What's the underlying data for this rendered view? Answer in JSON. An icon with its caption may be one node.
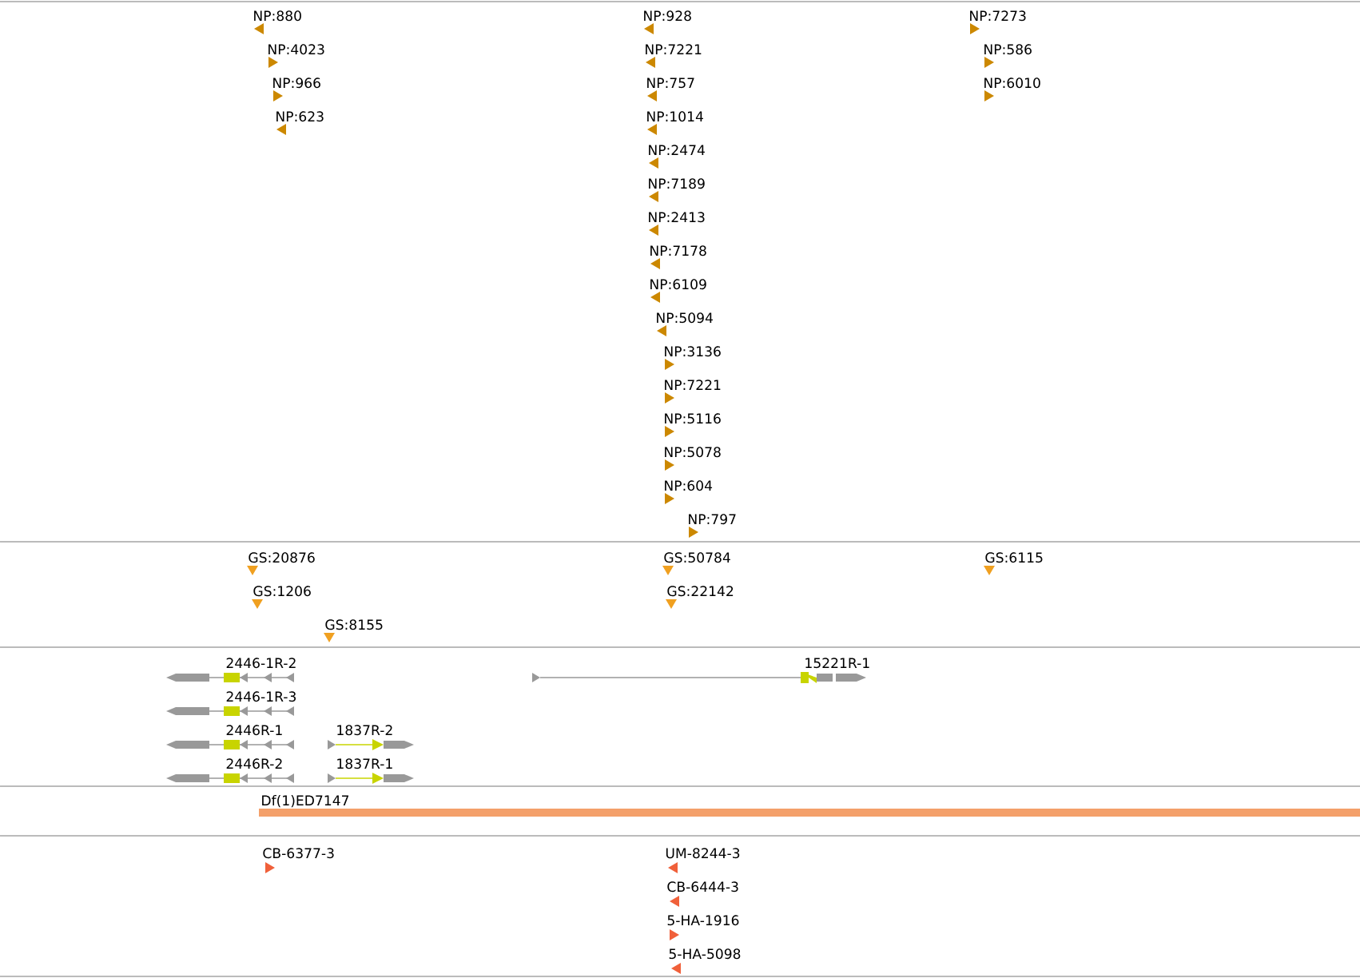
{
  "diagram": {
    "labels": [
      "NP:880",
      "NP:4023",
      "NP:966",
      "NP:623",
      "NP:928",
      "NP:7221",
      "NP:757",
      "NP:1014",
      "NP:2474",
      "NP:7189",
      "NP:2413",
      "NP:7178",
      "NP:6109",
      "NP:5094",
      "NP:3136",
      "NP:7221",
      "NP:5116",
      "NP:5078",
      "NP:604",
      "NP:797",
      "NP:7273",
      "NP:586",
      "NP:6010",
      "GS:20876",
      "GS:1206",
      "GS:8155",
      "GS:50784",
      "GS:22142",
      "GS:6115",
      "2446-1R-2",
      "15221R-1",
      "2446-1R-3",
      "2446R-1",
      "1837R-2",
      "2446R-2",
      "1837R-1",
      "Df(1)ED7147",
      "CB-6377-3",
      "UM-8244-3",
      "CB-6444-3",
      "5-HA-1916",
      "5-HA-5098"
    ]
  }
}
